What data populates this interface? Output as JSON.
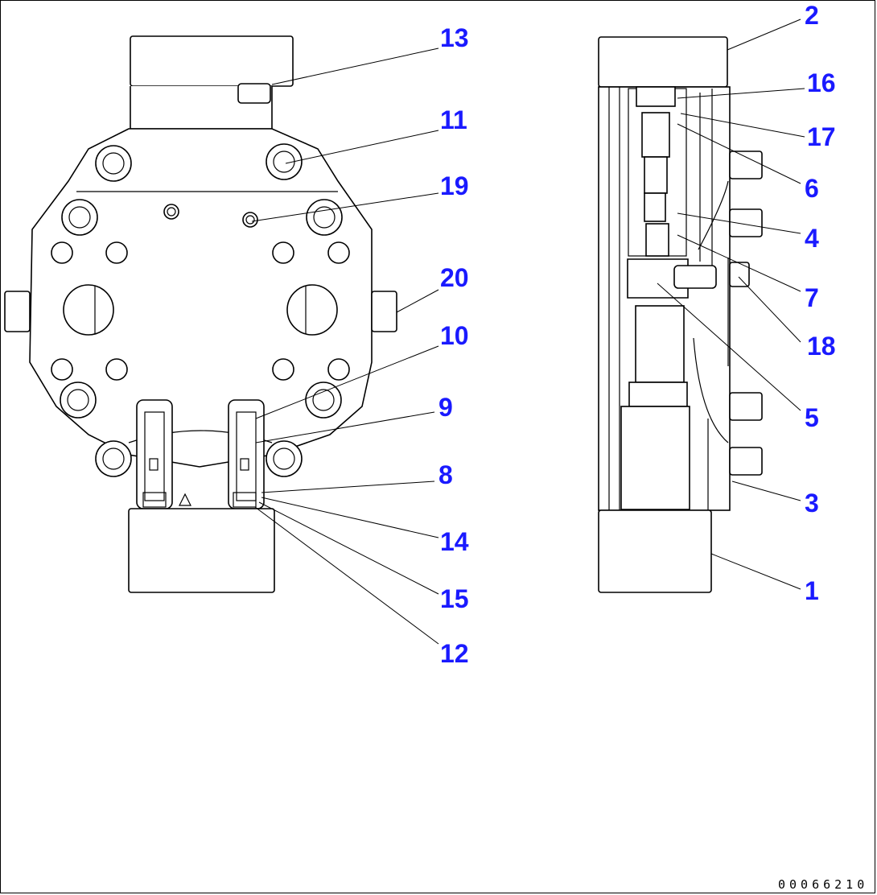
{
  "diagram": {
    "callouts_left": [
      "13",
      "11",
      "19",
      "20",
      "10",
      "9",
      "8",
      "14",
      "15",
      "12"
    ],
    "callouts_right": [
      "2",
      "16",
      "17",
      "6",
      "4",
      "7",
      "18",
      "5",
      "3",
      "1"
    ],
    "drawing_code": "00066210",
    "colors": {
      "callout": "#1a1aff",
      "line": "#000000",
      "background": "#ffffff"
    }
  }
}
